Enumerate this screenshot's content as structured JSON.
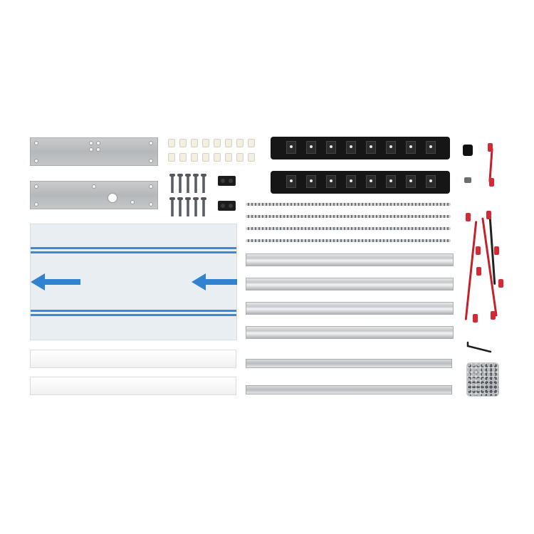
{
  "scene": {
    "description_items": [
      "plate-top",
      "plate-bottom",
      "clips",
      "screws",
      "spacers",
      "led-board-1",
      "led-board-2",
      "switch",
      "wire-harness",
      "led-strips",
      "display-panel",
      "white-bars",
      "rails",
      "hex-key",
      "hardware-bag"
    ]
  },
  "colors": {
    "panel_arrow": "#2f83d1",
    "wire_red": "#c3212b",
    "wire_black": "#222222"
  }
}
